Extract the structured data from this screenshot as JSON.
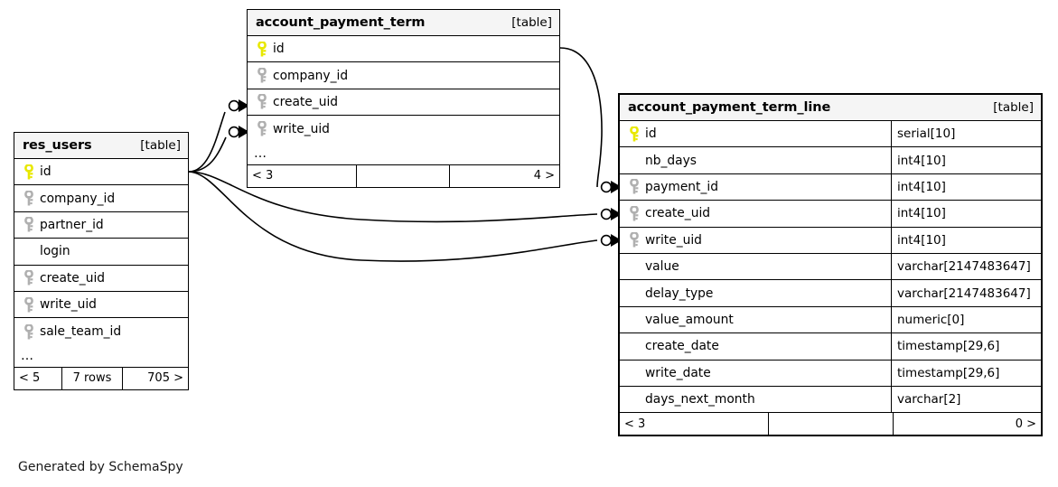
{
  "diagram": {
    "credit": "Generated by SchemaSpy",
    "table_tag": "[table]",
    "ellipsis": "…",
    "colors": {
      "primary_key": "#e8e800",
      "foreign_key": "#b0b0b0",
      "header_bg": "#f5f5f5",
      "border": "#000000",
      "background": "#ffffff"
    }
  },
  "tables": [
    {
      "id": "res_users",
      "name": "res_users",
      "tag": "[table]",
      "columns": [
        {
          "name": "id",
          "key": "primary",
          "type": ""
        },
        {
          "name": "company_id",
          "key": "foreign",
          "type": ""
        },
        {
          "name": "partner_id",
          "key": "foreign",
          "type": ""
        },
        {
          "name": "login",
          "key": "none",
          "type": ""
        },
        {
          "name": "create_uid",
          "key": "foreign",
          "type": ""
        },
        {
          "name": "write_uid",
          "key": "foreign",
          "type": ""
        },
        {
          "name": "sale_team_id",
          "key": "foreign",
          "type": ""
        }
      ],
      "has_ellipsis": true,
      "footer": {
        "left": "< 5",
        "middle": "7 rows",
        "right": "705 >"
      }
    },
    {
      "id": "account_payment_term",
      "name": "account_payment_term",
      "tag": "[table]",
      "columns": [
        {
          "name": "id",
          "key": "primary",
          "type": ""
        },
        {
          "name": "company_id",
          "key": "foreign",
          "type": ""
        },
        {
          "name": "create_uid",
          "key": "foreign",
          "type": ""
        },
        {
          "name": "write_uid",
          "key": "foreign",
          "type": ""
        }
      ],
      "has_ellipsis": true,
      "footer": {
        "left": "< 3",
        "middle": "",
        "right": "4 >"
      }
    },
    {
      "id": "account_payment_term_line",
      "name": "account_payment_term_line",
      "tag": "[table]",
      "columns": [
        {
          "name": "id",
          "key": "primary",
          "type": "serial[10]"
        },
        {
          "name": "nb_days",
          "key": "none",
          "type": "int4[10]"
        },
        {
          "name": "payment_id",
          "key": "foreign",
          "type": "int4[10]"
        },
        {
          "name": "create_uid",
          "key": "foreign",
          "type": "int4[10]"
        },
        {
          "name": "write_uid",
          "key": "foreign",
          "type": "int4[10]"
        },
        {
          "name": "value",
          "key": "none",
          "type": "varchar[2147483647]"
        },
        {
          "name": "delay_type",
          "key": "none",
          "type": "varchar[2147483647]"
        },
        {
          "name": "value_amount",
          "key": "none",
          "type": "numeric[0]"
        },
        {
          "name": "create_date",
          "key": "none",
          "type": "timestamp[29,6]"
        },
        {
          "name": "write_date",
          "key": "none",
          "type": "timestamp[29,6]"
        },
        {
          "name": "days_next_month",
          "key": "none",
          "type": "varchar[2]"
        }
      ],
      "has_ellipsis": false,
      "footer": {
        "left": "< 3",
        "middle": "",
        "right": "0 >"
      }
    }
  ],
  "relationships": [
    {
      "from_table": "res_users",
      "from_column": "id",
      "to_table": "account_payment_term",
      "to_column": "create_uid"
    },
    {
      "from_table": "res_users",
      "from_column": "id",
      "to_table": "account_payment_term",
      "to_column": "write_uid"
    },
    {
      "from_table": "res_users",
      "from_column": "id",
      "to_table": "account_payment_term_line",
      "to_column": "create_uid"
    },
    {
      "from_table": "res_users",
      "from_column": "id",
      "to_table": "account_payment_term_line",
      "to_column": "write_uid"
    },
    {
      "from_table": "account_payment_term",
      "from_column": "id",
      "to_table": "account_payment_term_line",
      "to_column": "payment_id"
    }
  ]
}
